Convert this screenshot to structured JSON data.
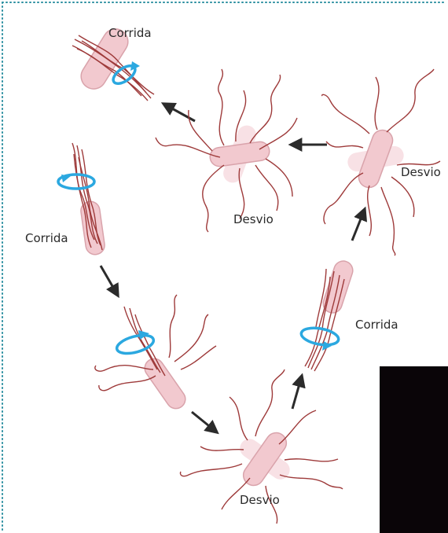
{
  "labels": {
    "run_top": "Corrida",
    "run_left": "Corrida",
    "run_right": "Corrida",
    "tumble_center": "Desvio",
    "tumble_right": "Desvio",
    "tumble_bottom": "Desvio"
  },
  "colors": {
    "cell_fill": "#f2c9cf",
    "cell_stroke": "#d9a3ab",
    "flagellum": "#9e3a3a",
    "rotation_arrow": "#2ba8e0",
    "direction_arrow": "#2b2b2b",
    "dotted_border": "#2b8fa0",
    "black_panel": "#0a0508"
  },
  "icons": {
    "rotation": "rotation-icon",
    "direction": "direction-arrow-icon"
  }
}
